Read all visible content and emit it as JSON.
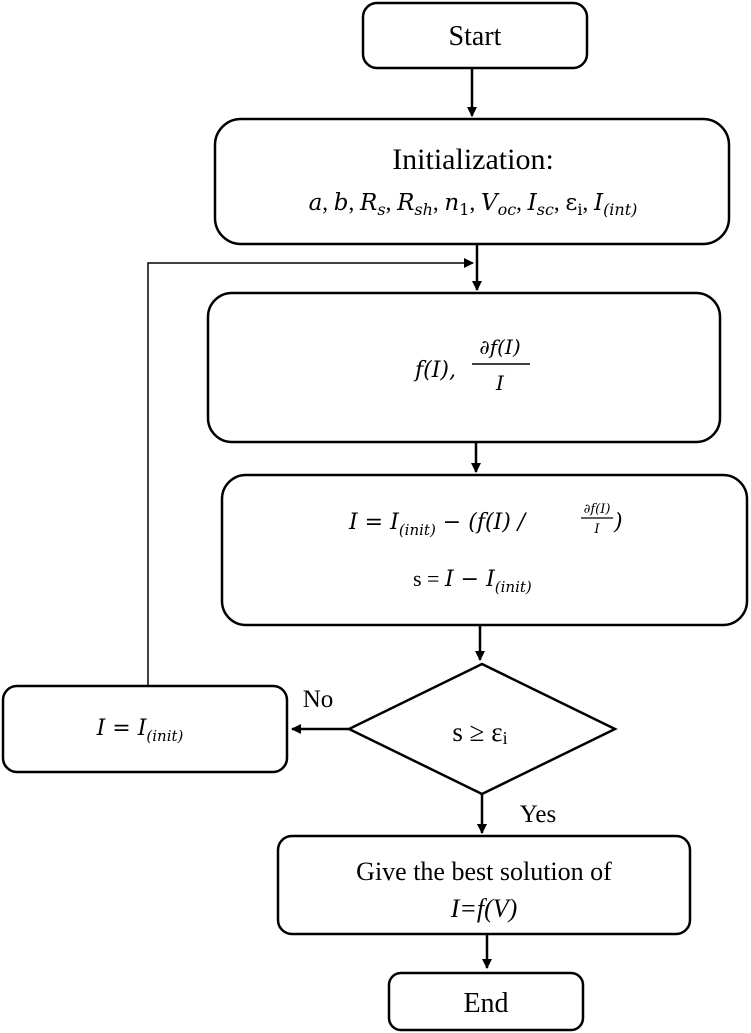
{
  "nodes": {
    "start": {
      "label": "Start"
    },
    "init": {
      "title": "Initialization:",
      "params": [
        "a",
        "b",
        "R",
        "R",
        "n",
        "V",
        "I",
        "ε",
        "I"
      ],
      "param_subs": [
        "",
        "",
        "s",
        "sh",
        "1",
        "oc",
        "sc",
        "i",
        "(int)"
      ]
    },
    "func": {
      "f": "f(I),",
      "num": "∂f(I)",
      "den": "I"
    },
    "update": {
      "lhs": "I = I",
      "lhs_sub": "(init)",
      "minus": " − (f(I) / ",
      "frac_num": "∂f(I)",
      "frac_den": "I",
      "close": ")",
      "s_eq": "s = ",
      "s_rhs": "I − I",
      "s_sub": "(init)"
    },
    "decision": {
      "label": "s ≥ ε",
      "label_sub": "i"
    },
    "reset": {
      "lhs": "I = I",
      "lhs_sub": "(init)"
    },
    "output": {
      "line1": "Give the best solution of",
      "line2": "I=f(V)"
    },
    "end": {
      "label": "End"
    }
  },
  "edges": {
    "no": "No",
    "yes": "Yes"
  }
}
